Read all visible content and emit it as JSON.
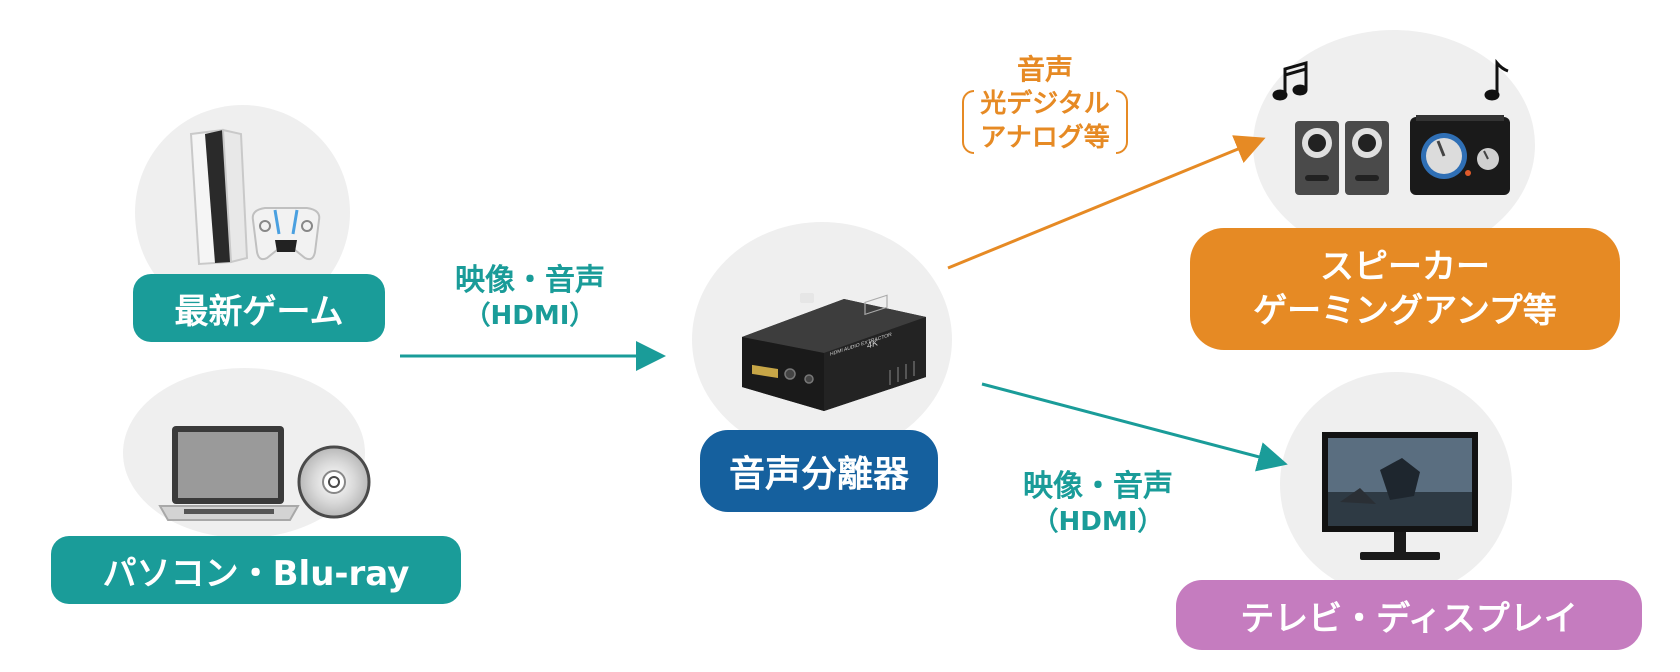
{
  "sources": {
    "game_label": "最新ゲーム",
    "pc_label": "パソコン・Blu-ray"
  },
  "center": {
    "label": "音声分離器"
  },
  "outputs": {
    "speaker_line1": "スピーカー",
    "speaker_line2": "ゲーミングアンプ等",
    "tv_label": "テレビ・ディスプレイ"
  },
  "connections": {
    "input_line1": "映像・音声",
    "input_line2": "（HDMI）",
    "audio_line1": "音声",
    "audio_line2": "光デジタル",
    "audio_line3": "アナログ等",
    "video_line1": "映像・音声",
    "video_line2": "（HDMI）"
  },
  "device": {
    "badge": "4K",
    "caption": "HDMI AUDIO EXTRACTOR"
  },
  "colors": {
    "teal": "#1a9c99",
    "navy": "#15609e",
    "orange": "#e68a24",
    "purple": "#c57cbf",
    "circle": "#efefef"
  }
}
